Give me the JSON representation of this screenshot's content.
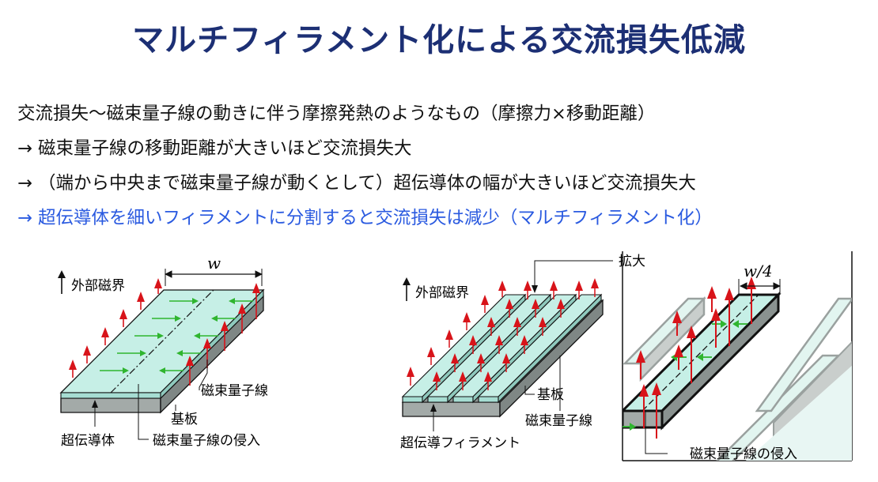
{
  "slide": {
    "title": "マルチフィラメント化による交流損失低減",
    "lines": [
      "交流損失〜磁束量子線の動きに伴う摩擦発熱のようなもの（摩擦力×移動距離）",
      "→ 磁束量子線の移動距離が大きいほど交流損失大",
      "→ （端から中央まで磁束量子線が動くとして）超伝導体の幅が大きいほど交流損失大",
      "→ 超伝導体を細いフィラメントに分割すると交流損失は減少（マルチフィラメント化）"
    ]
  },
  "fig_left": {
    "field_label": "外部磁界",
    "width_label": "w",
    "flux_label": "磁束量子線",
    "substrate_label": "基板",
    "sc_label": "超伝導体",
    "penetration_label": "磁束量子線の侵入"
  },
  "fig_mid": {
    "field_label": "外部磁界",
    "substrate_label": "基板",
    "flux_label": "磁束量子線",
    "filament_label": "超伝導フィラメント"
  },
  "fig_right": {
    "zoom_label": "拡大",
    "width_label": "w/4",
    "penetration_label": "磁束量子線の侵入"
  },
  "colors": {
    "title": "#1c2f74",
    "highlight": "#2a5ae0",
    "sc_top": "#c6efe6",
    "substrate": "#9aa19f",
    "field_arrow": "#d8141a",
    "flux_arrow": "#2fb52f"
  }
}
